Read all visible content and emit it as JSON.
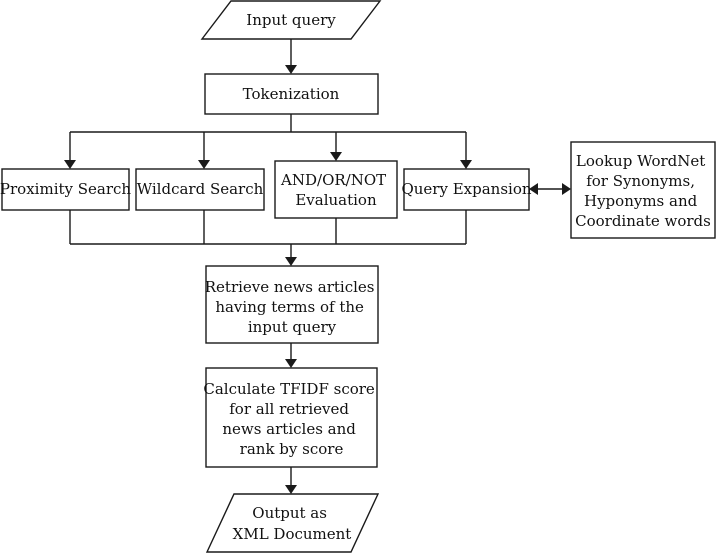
{
  "nodes": {
    "input": {
      "lines": [
        "Input query"
      ]
    },
    "tokenization": {
      "lines": [
        "Tokenization"
      ]
    },
    "proximity": {
      "lines": [
        "Proximity Search"
      ]
    },
    "wildcard": {
      "lines": [
        "Wildcard Search"
      ]
    },
    "boolean": {
      "lines": [
        "AND/OR/NOT",
        "Evaluation"
      ]
    },
    "expansion": {
      "lines": [
        "Query Expansion"
      ]
    },
    "wordnet": {
      "lines": [
        "Lookup WordNet",
        "for Synonyms,",
        "Hyponyms and",
        "Coordinate words"
      ]
    },
    "retrieve": {
      "lines": [
        "Retrieve news articles",
        "having terms of the",
        "input query"
      ]
    },
    "tfidf": {
      "lines": [
        "Calculate TFIDF score",
        "for all retrieved",
        "news articles and",
        "rank by score"
      ]
    },
    "output": {
      "lines": [
        "Output as",
        "XML Document"
      ]
    }
  }
}
